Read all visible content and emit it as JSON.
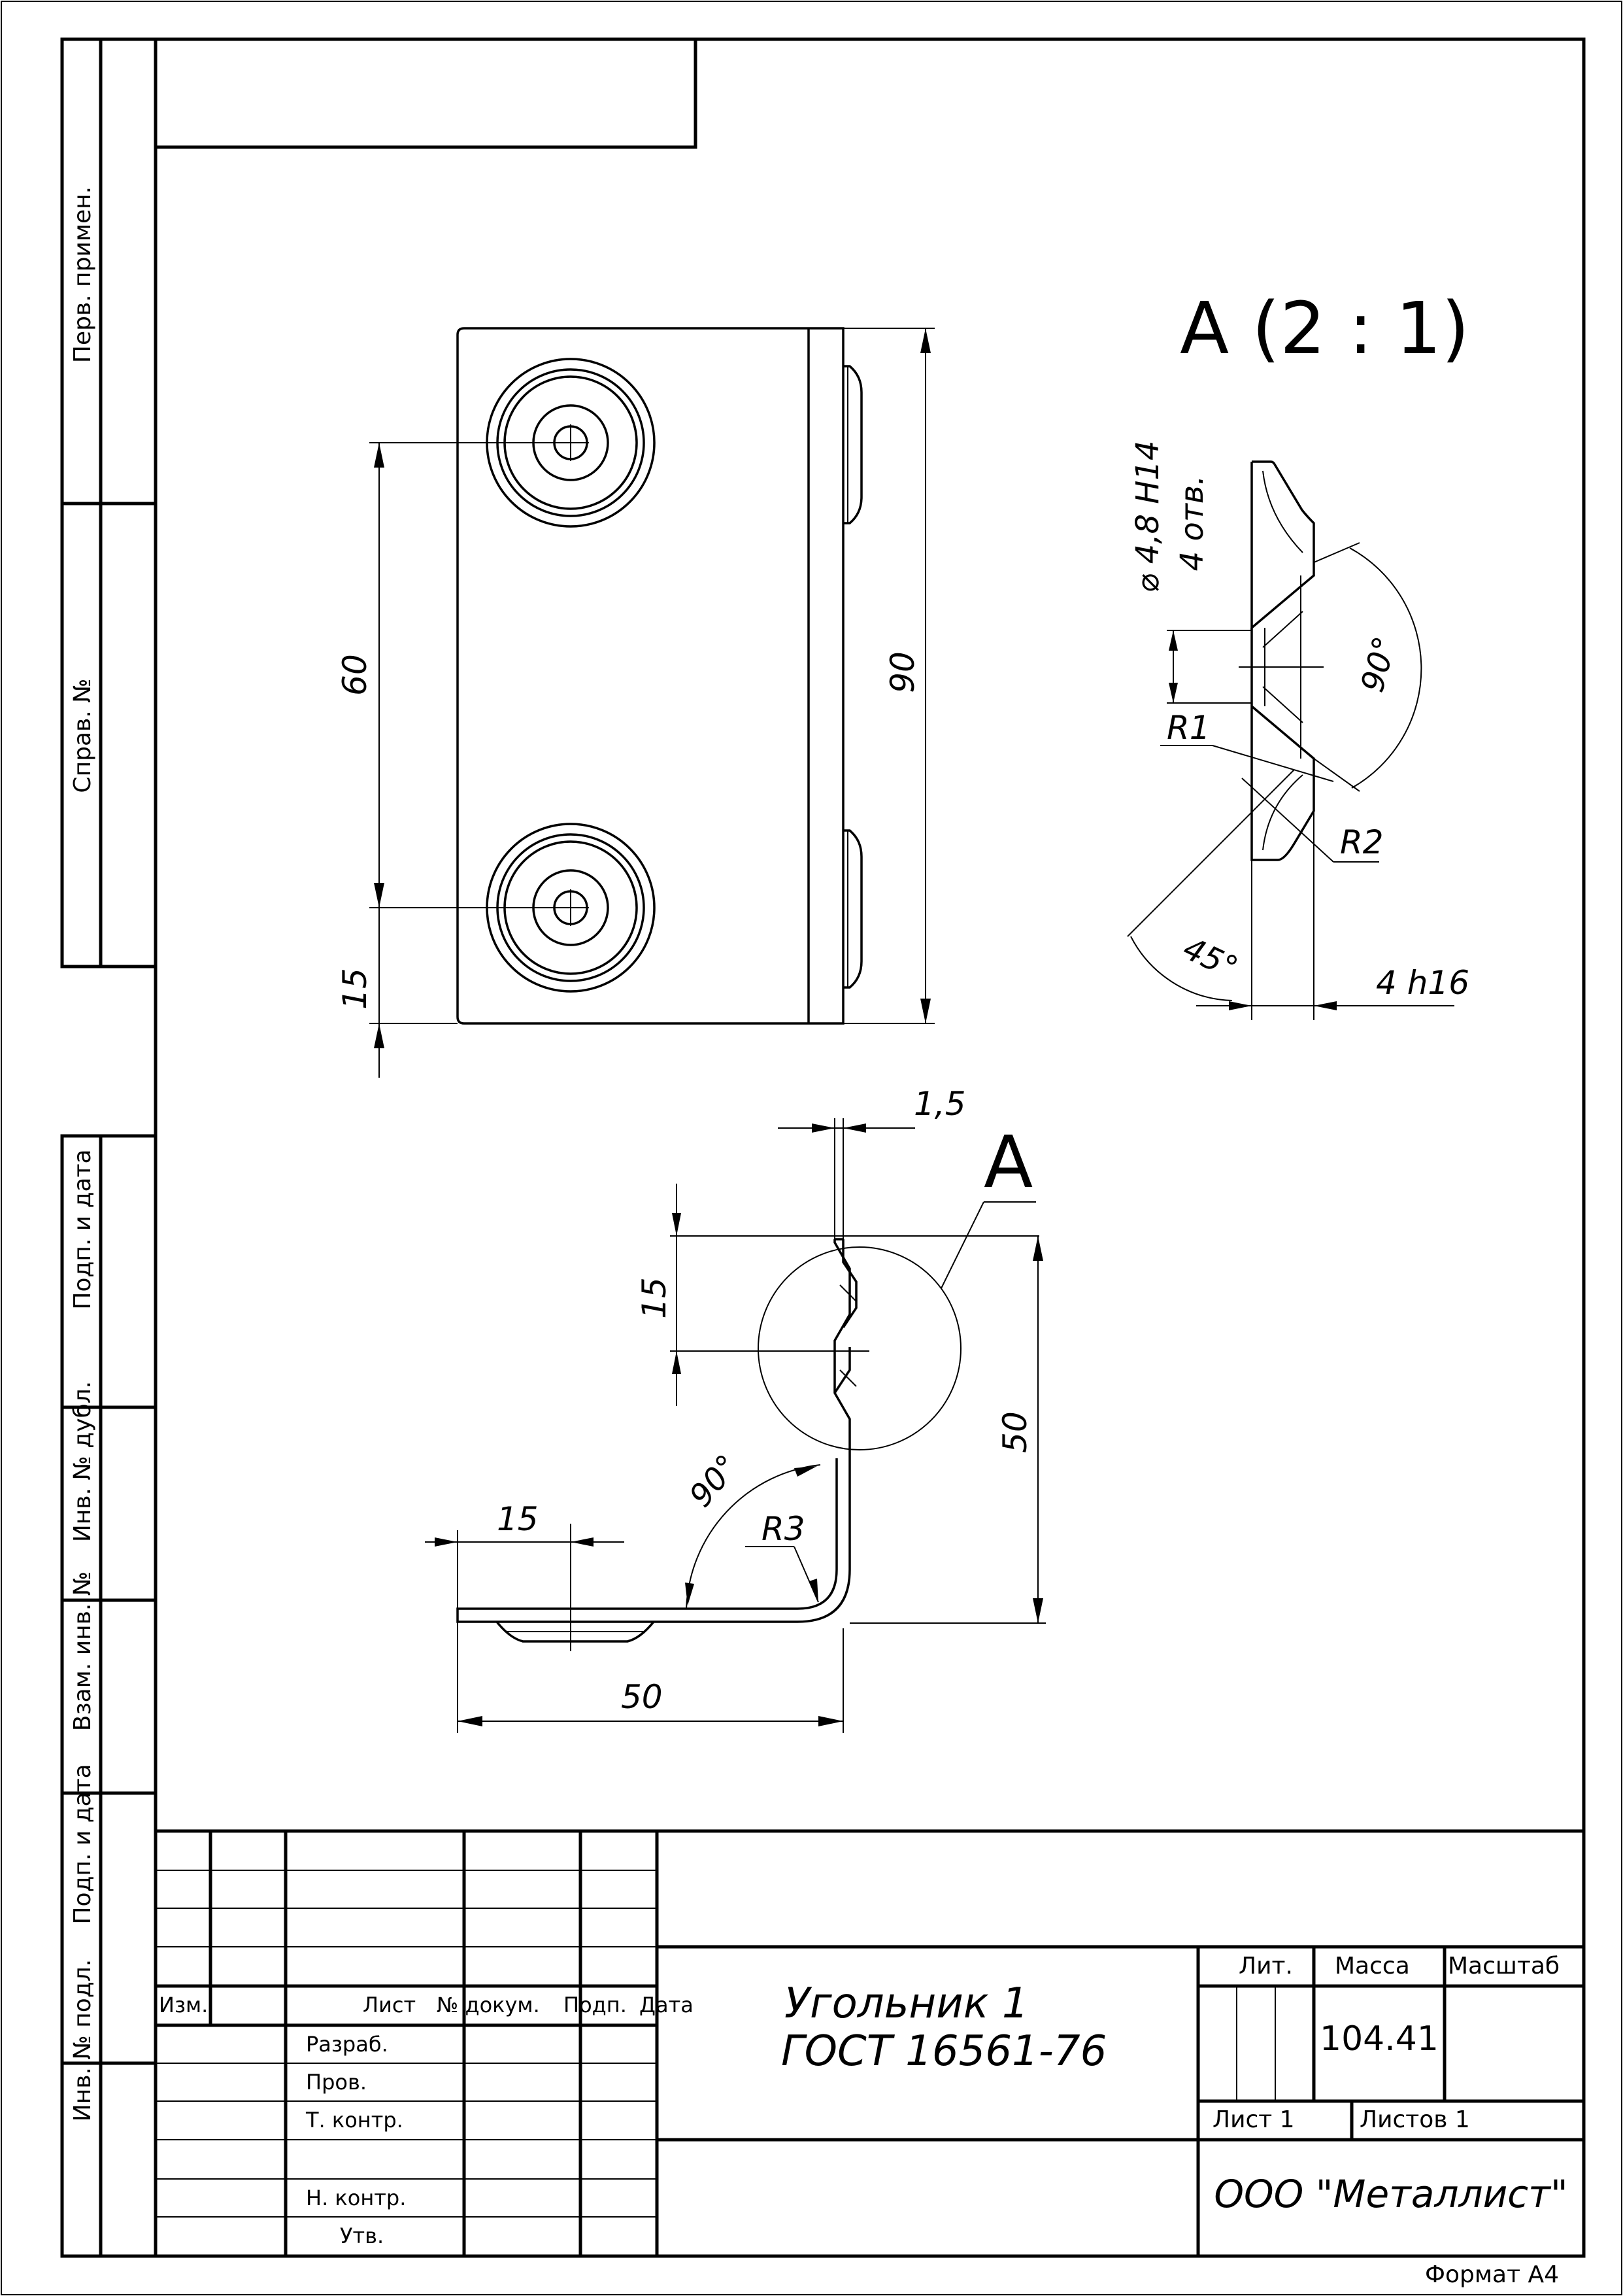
{
  "colors": {
    "ink": "#000000",
    "paper": "#ffffff"
  },
  "side_strip": {
    "perv_primen": "Перв. примен.",
    "sprav_no": "Справ. №",
    "podp_data_1": "Подп. и дата",
    "inv_dubl": "Инв. № дубл.",
    "vzam_inv": "Взам. инв. №",
    "podp_data_2": "Подп. и дата",
    "inv_podl": "Инв. № подл."
  },
  "view_label_detail": "А (2 : 1)",
  "view_label_section": "А",
  "dimensions": {
    "top_height": "90",
    "top_pitch": "60",
    "top_edge": "15",
    "hole": "⌀ 4,8 H14",
    "hole_count": "4 отв.",
    "angle_detail_90": "90°",
    "r1": "R1",
    "r2": "R2",
    "angle_45": "45°",
    "width_4": "4  h16",
    "thickness": "1,5",
    "front_15_vert": "15",
    "front_50_vert": "50",
    "front_angle_90": "90°",
    "r3": "R3",
    "front_15_horiz": "15",
    "front_50_horiz": "50"
  },
  "title_block": {
    "col_izm": "Изм.",
    "col_list": "Лист",
    "col_dokum": "№ докум.",
    "col_podp": "Подп.",
    "col_data": "Дата",
    "row_razrab": "Разраб.",
    "row_prov": "Пров.",
    "row_tkontr": "Т. контр.",
    "row_nkontr": "Н. контр.",
    "row_utv": "Утв.",
    "name_line1": "Угольник 1",
    "name_line2": "ГОСТ 16561-76",
    "lit_header": "Лит.",
    "massa_header": "Масса",
    "masshtab_header": "Масштаб",
    "massa_value": "104.41",
    "sheet": "Лист 1",
    "sheets": "Листов 1",
    "organization": "ООО \"Металлист\""
  },
  "format": "Формат А4"
}
